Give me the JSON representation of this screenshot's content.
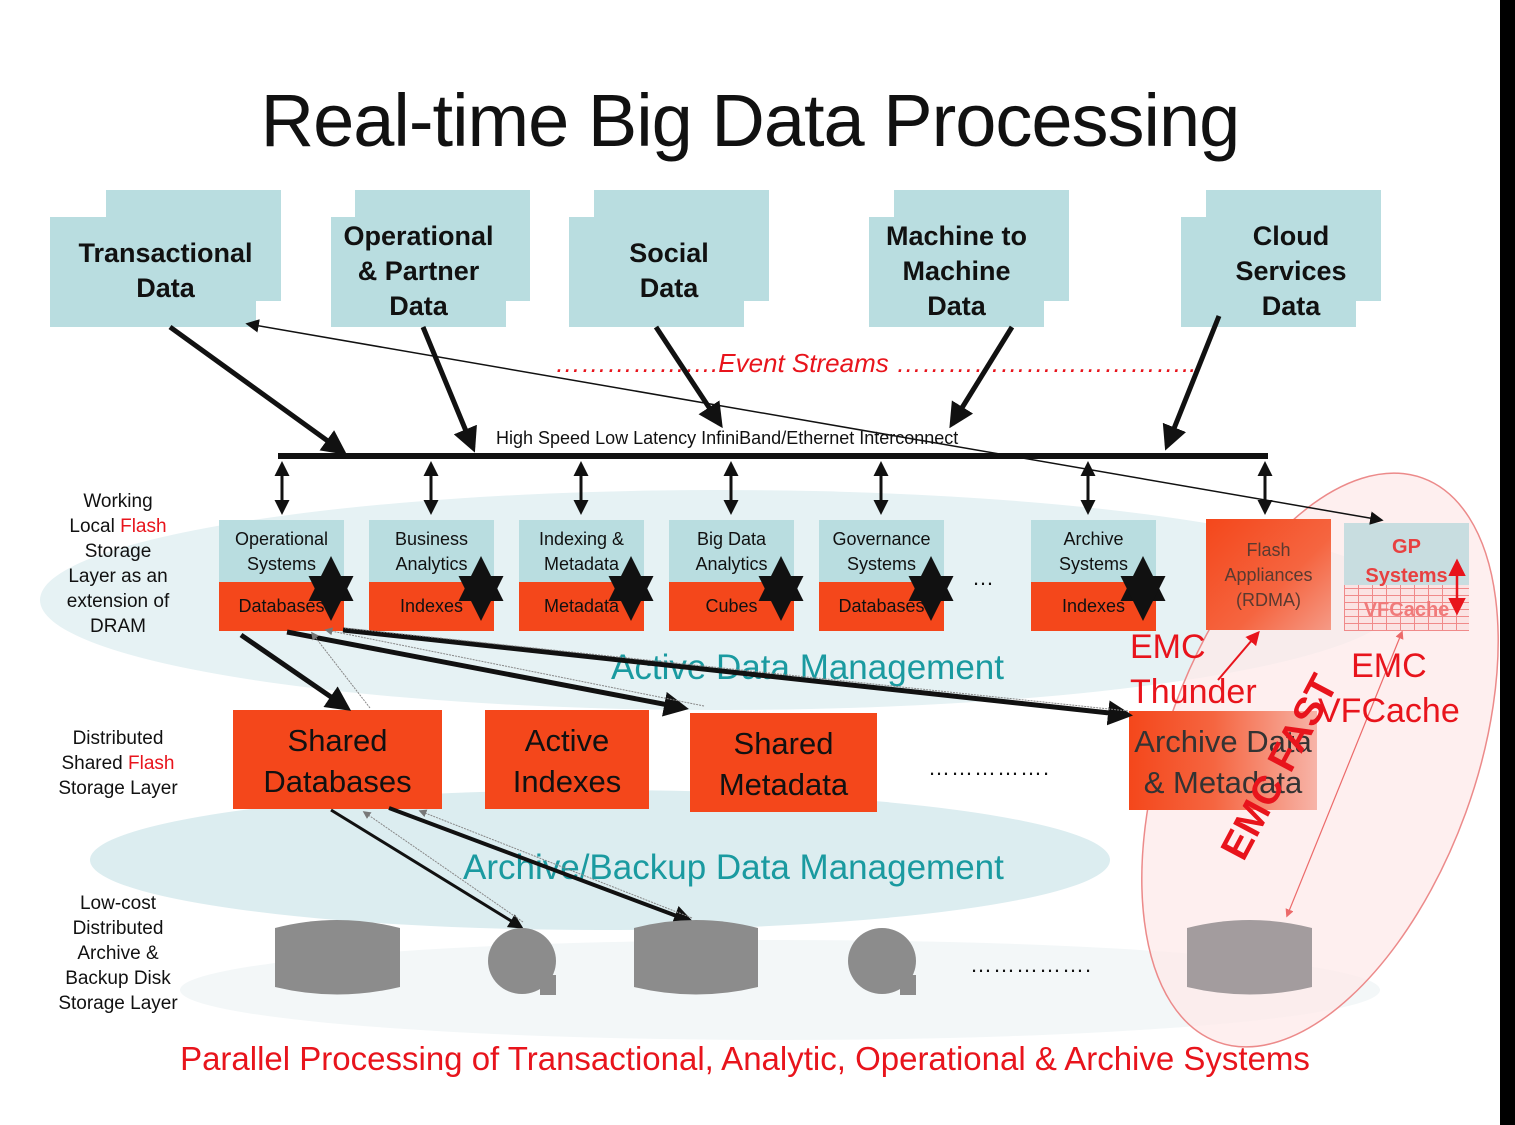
{
  "title": "Real-time Big Data Processing",
  "sources": [
    {
      "label": "Transactional\nData"
    },
    {
      "label": "Operational\n& Partner\nData"
    },
    {
      "label": "Social\nData"
    },
    {
      "label": "Machine to\nMachine\nData"
    },
    {
      "label": "Cloud\nServices\nData"
    }
  ],
  "event_streams": "……………….Event Streams ……………………………..",
  "interconnect_label": "High Speed Low Latency InfiniBand/Ethernet Interconnect",
  "layers": {
    "working": {
      "pre": "Working\nLocal ",
      "flash": "Flash",
      "post": "\nStorage\nLayer as an\nextension of\nDRAM"
    },
    "distributed": {
      "pre": "Distributed\nShared ",
      "flash": "Flash",
      "post": "\nStorage Layer"
    },
    "lowcost": {
      "text": "Low-cost\nDistributed\nArchive &\nBackup Disk\nStorage Layer"
    }
  },
  "systems": [
    {
      "top": "Operational\nSystems",
      "bottom": "Databases"
    },
    {
      "top": "Business\nAnalytics",
      "bottom": "Indexes"
    },
    {
      "top": "Indexing &\nMetadata",
      "bottom": "Metadata"
    },
    {
      "top": "Big Data\nAnalytics",
      "bottom": "Cubes"
    },
    {
      "top": "Governance\nSystems",
      "bottom": "Databases"
    },
    {
      "top": "Archive\nSystems",
      "bottom": "Indexes"
    }
  ],
  "systems_ellipsis": "…",
  "flash_appliances": "Flash\nAppliances\n(RDMA)",
  "gp_systems": {
    "top": "GP\nSystems",
    "bottom": "VFCache"
  },
  "active_data_management": "Active Data Management",
  "archive_data_management": "Archive/Backup Data Management",
  "shared_storage": [
    {
      "label": "Shared\nDatabases"
    },
    {
      "label": "Active\nIndexes"
    },
    {
      "label": "Shared\nMetadata"
    },
    {
      "label": "Archive Data\n& Metadata"
    }
  ],
  "shared_ellipsis": "…………….",
  "disk_ellipsis": "…………….",
  "emc": {
    "thunder": "EMC\nThunder",
    "vfcache": "EMC\nVFCache",
    "fast": "EMC FAST"
  },
  "footer": "Parallel Processing of Transactional, Analytic, Operational & Archive Systems",
  "colors": {
    "teal_box": "#b9dde0",
    "orange_box": "#f4471b",
    "accent_red": "#e8141c",
    "teal_text": "#1a9aa0",
    "disk_gray": "#8c8c8c"
  }
}
